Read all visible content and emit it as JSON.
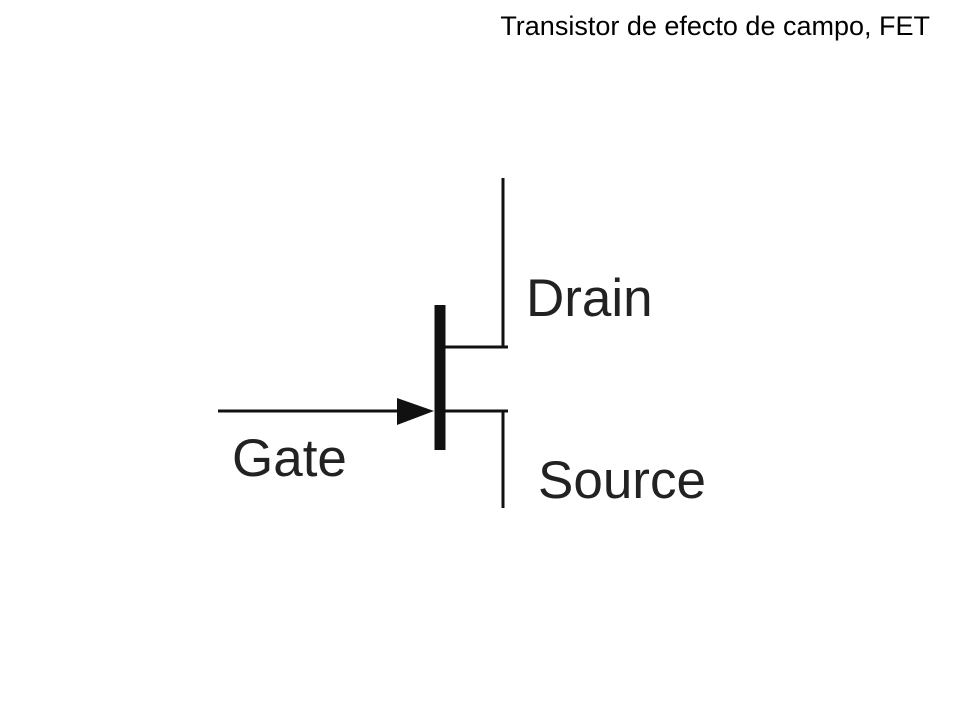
{
  "slide": {
    "title": "Transistor de efecto de campo, FET"
  },
  "diagram": {
    "colors": {
      "stroke": "#111111",
      "label": "#222222"
    },
    "labels": {
      "drain": "Drain",
      "gate": "Gate",
      "source": "Source"
    }
  }
}
